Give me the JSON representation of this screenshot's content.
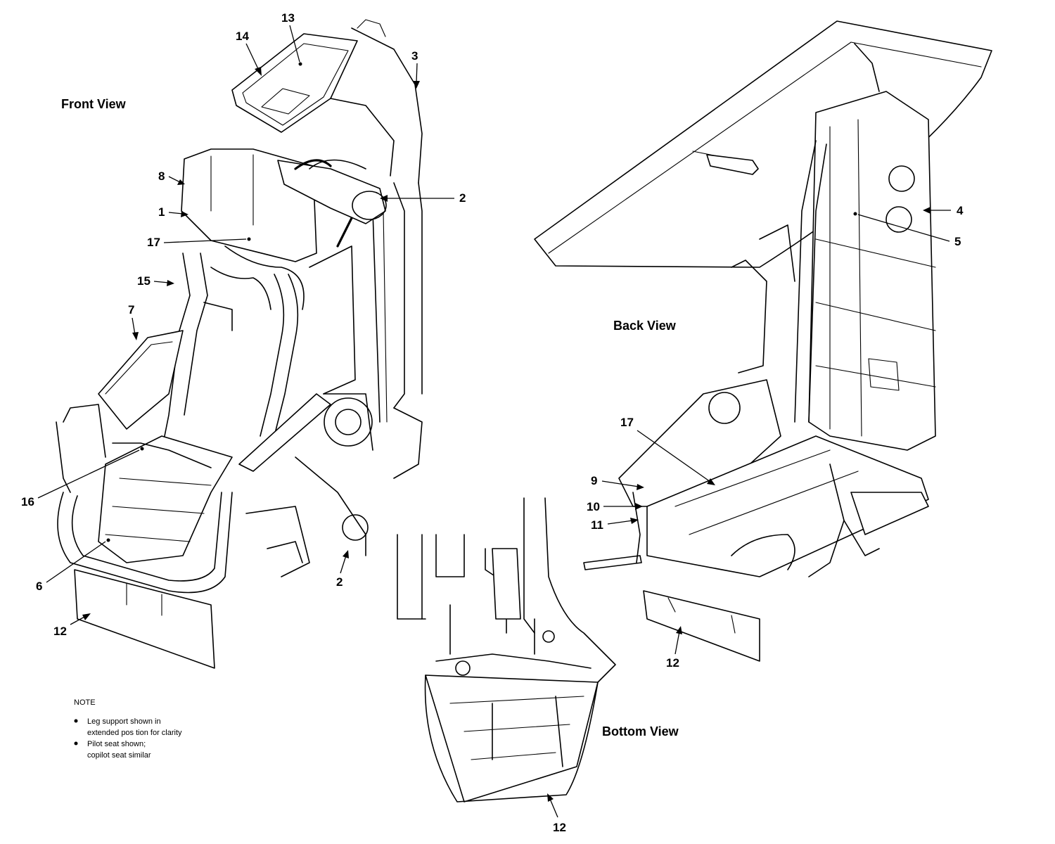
{
  "views": {
    "front": "Front View",
    "back": "Back View",
    "bottom": "Bottom View"
  },
  "callouts": {
    "front_14": "14",
    "front_13": "13",
    "front_3": "3",
    "front_8": "8",
    "front_2_upper": "2",
    "front_1": "1",
    "front_17": "17",
    "front_15": "15",
    "front_7": "7",
    "front_16": "16",
    "front_6": "6",
    "front_12": "12",
    "front_2_lower": "2",
    "back_4": "4",
    "back_5": "5",
    "back_17": "17",
    "back_9": "9",
    "back_10": "10",
    "back_11": "11",
    "back_12": "12",
    "bottom_12": "12"
  },
  "note": {
    "heading": "NOTE",
    "items": [
      [
        "Leg support shown in",
        "extended pos tion for clarity"
      ],
      [
        "Pilot seat shown;",
        "copilot seat similar"
      ]
    ]
  }
}
